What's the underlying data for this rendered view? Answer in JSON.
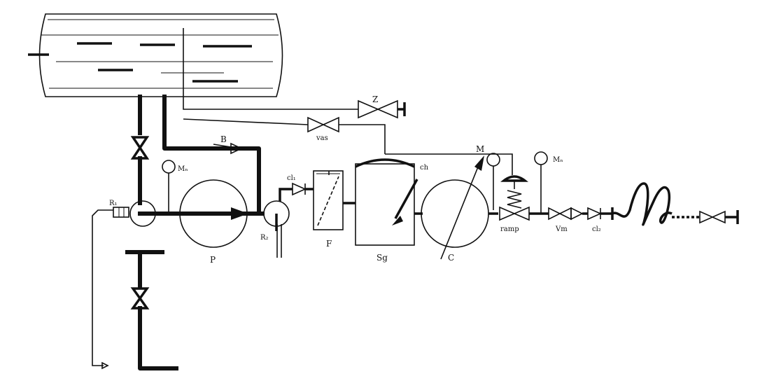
{
  "labels": {
    "Z": "Z",
    "vas": "vas",
    "B": "B",
    "M": "M",
    "Mn": "Mₙ",
    "Mc": "Mₙ",
    "R1": "R₁",
    "R2": "R₂",
    "cl1": "cl₁",
    "cl2": "cl₂",
    "ch": "ch",
    "F": "F",
    "P": "P",
    "Sg": "Sg",
    "C": "C",
    "ramp": "ramp",
    "Vm": "Vm"
  }
}
